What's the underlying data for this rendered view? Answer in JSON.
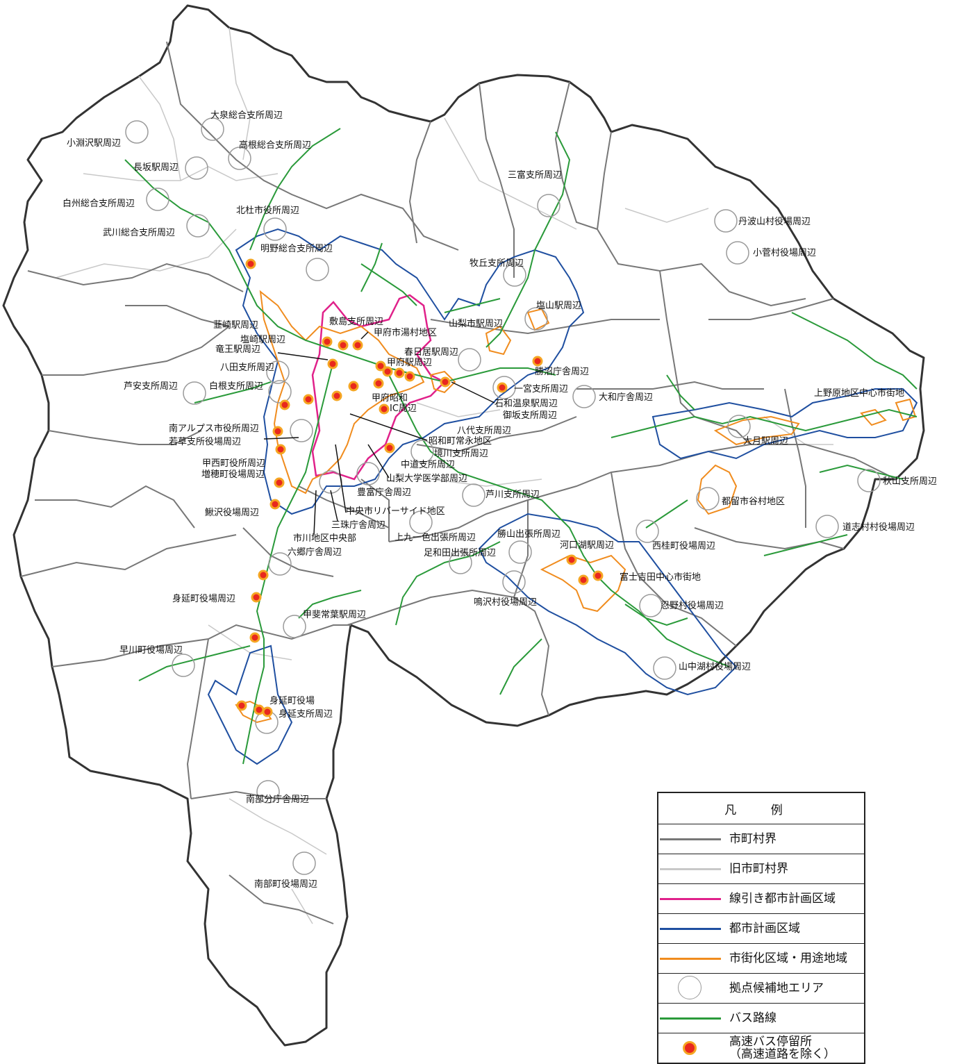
{
  "legend": {
    "title": "凡 例",
    "items": [
      {
        "label": "市町村界",
        "kind": "line",
        "color": "#777777"
      },
      {
        "label": "旧市町村界",
        "kind": "line",
        "color": "#c8c8c8"
      },
      {
        "label": "線引き都市計画区域",
        "kind": "line",
        "color": "#e0218a"
      },
      {
        "label": "都市計画区域",
        "kind": "line",
        "color": "#1f4fa0"
      },
      {
        "label": "市街化区域・用途地域",
        "kind": "line",
        "color": "#f08c1e"
      },
      {
        "label": "拠点候補地エリア",
        "kind": "circle",
        "color": "#999999"
      },
      {
        "label": "バス路線",
        "kind": "line",
        "color": "#2a9a3a"
      },
      {
        "label": "高速バス停留所",
        "sub": "（高速道路を除く）",
        "kind": "stop",
        "color": "#e8281e"
      }
    ]
  },
  "colors": {
    "prefecture_border": "#333333",
    "municipal_border": "#777777",
    "old_border": "#c8c8c8",
    "senbiki": "#e0218a",
    "city_planning": "#1f4fa0",
    "urbanization": "#f08c1e",
    "bus": "#2a9a3a",
    "stop_fill": "#e8281e",
    "stop_ring": "#f5a623"
  },
  "labels": [
    "大泉総合支所周辺",
    "小淵沢駅周辺",
    "高根総合支所周辺",
    "長坂駅周辺",
    "白州総合支所周辺",
    "北杜市役所周辺",
    "武川総合支所周辺",
    "明野総合支所周辺",
    "三富支所周辺",
    "牧丘支所周辺",
    "丹波山村役場周辺",
    "小菅村役場周辺",
    "塩山駅周辺",
    "山梨市駅周辺",
    "敷島支所周辺",
    "甲府市湯村地区",
    "韮崎駅周辺",
    "塩崎駅周辺",
    "竜王駅周辺",
    "八田支所周辺",
    "春日居駅周辺",
    "甲府駅周辺",
    "勝沼庁舎周辺",
    "白根支所周辺",
    "芦安支所周辺",
    "一宮支所周辺",
    "甲府昭和",
    "IC周辺",
    "石和温泉駅周辺",
    "大和庁舎周辺",
    "御坂支所周辺",
    "上野原地区中心市街地",
    "南アルプス市役所周辺",
    "八代支所周辺",
    "若草支所役場周辺",
    "昭和町常永地区",
    "境川支所周辺",
    "大月駅周辺",
    "甲西町役所周辺",
    "中道支所周辺",
    "増穂町役場周辺",
    "山梨大学医学部周辺",
    "秋山支所周辺",
    "豊富庁舎周辺",
    "芦川支所周辺",
    "都留市谷村地区",
    "鰍沢役場周辺",
    "中央市リバーサイド地区",
    "三珠庁舎周辺",
    "道志村村役場周辺",
    "勝山出張所周辺",
    "市川地区中央部",
    "上九一色出張所周辺",
    "河口湖駅周辺",
    "西桂町役場周辺",
    "六郷庁舎周辺",
    "足和田出張所周辺",
    "富士吉田中心市街地",
    "身延町役場周辺",
    "鳴沢村役場周辺",
    "忍野村役場周辺",
    "甲斐常葉駅周辺",
    "早川町役場周辺",
    "山中湖村役場周辺",
    "身延町役場",
    "身延支所周辺",
    "南部分庁舎周辺",
    "南部町役場周辺"
  ]
}
